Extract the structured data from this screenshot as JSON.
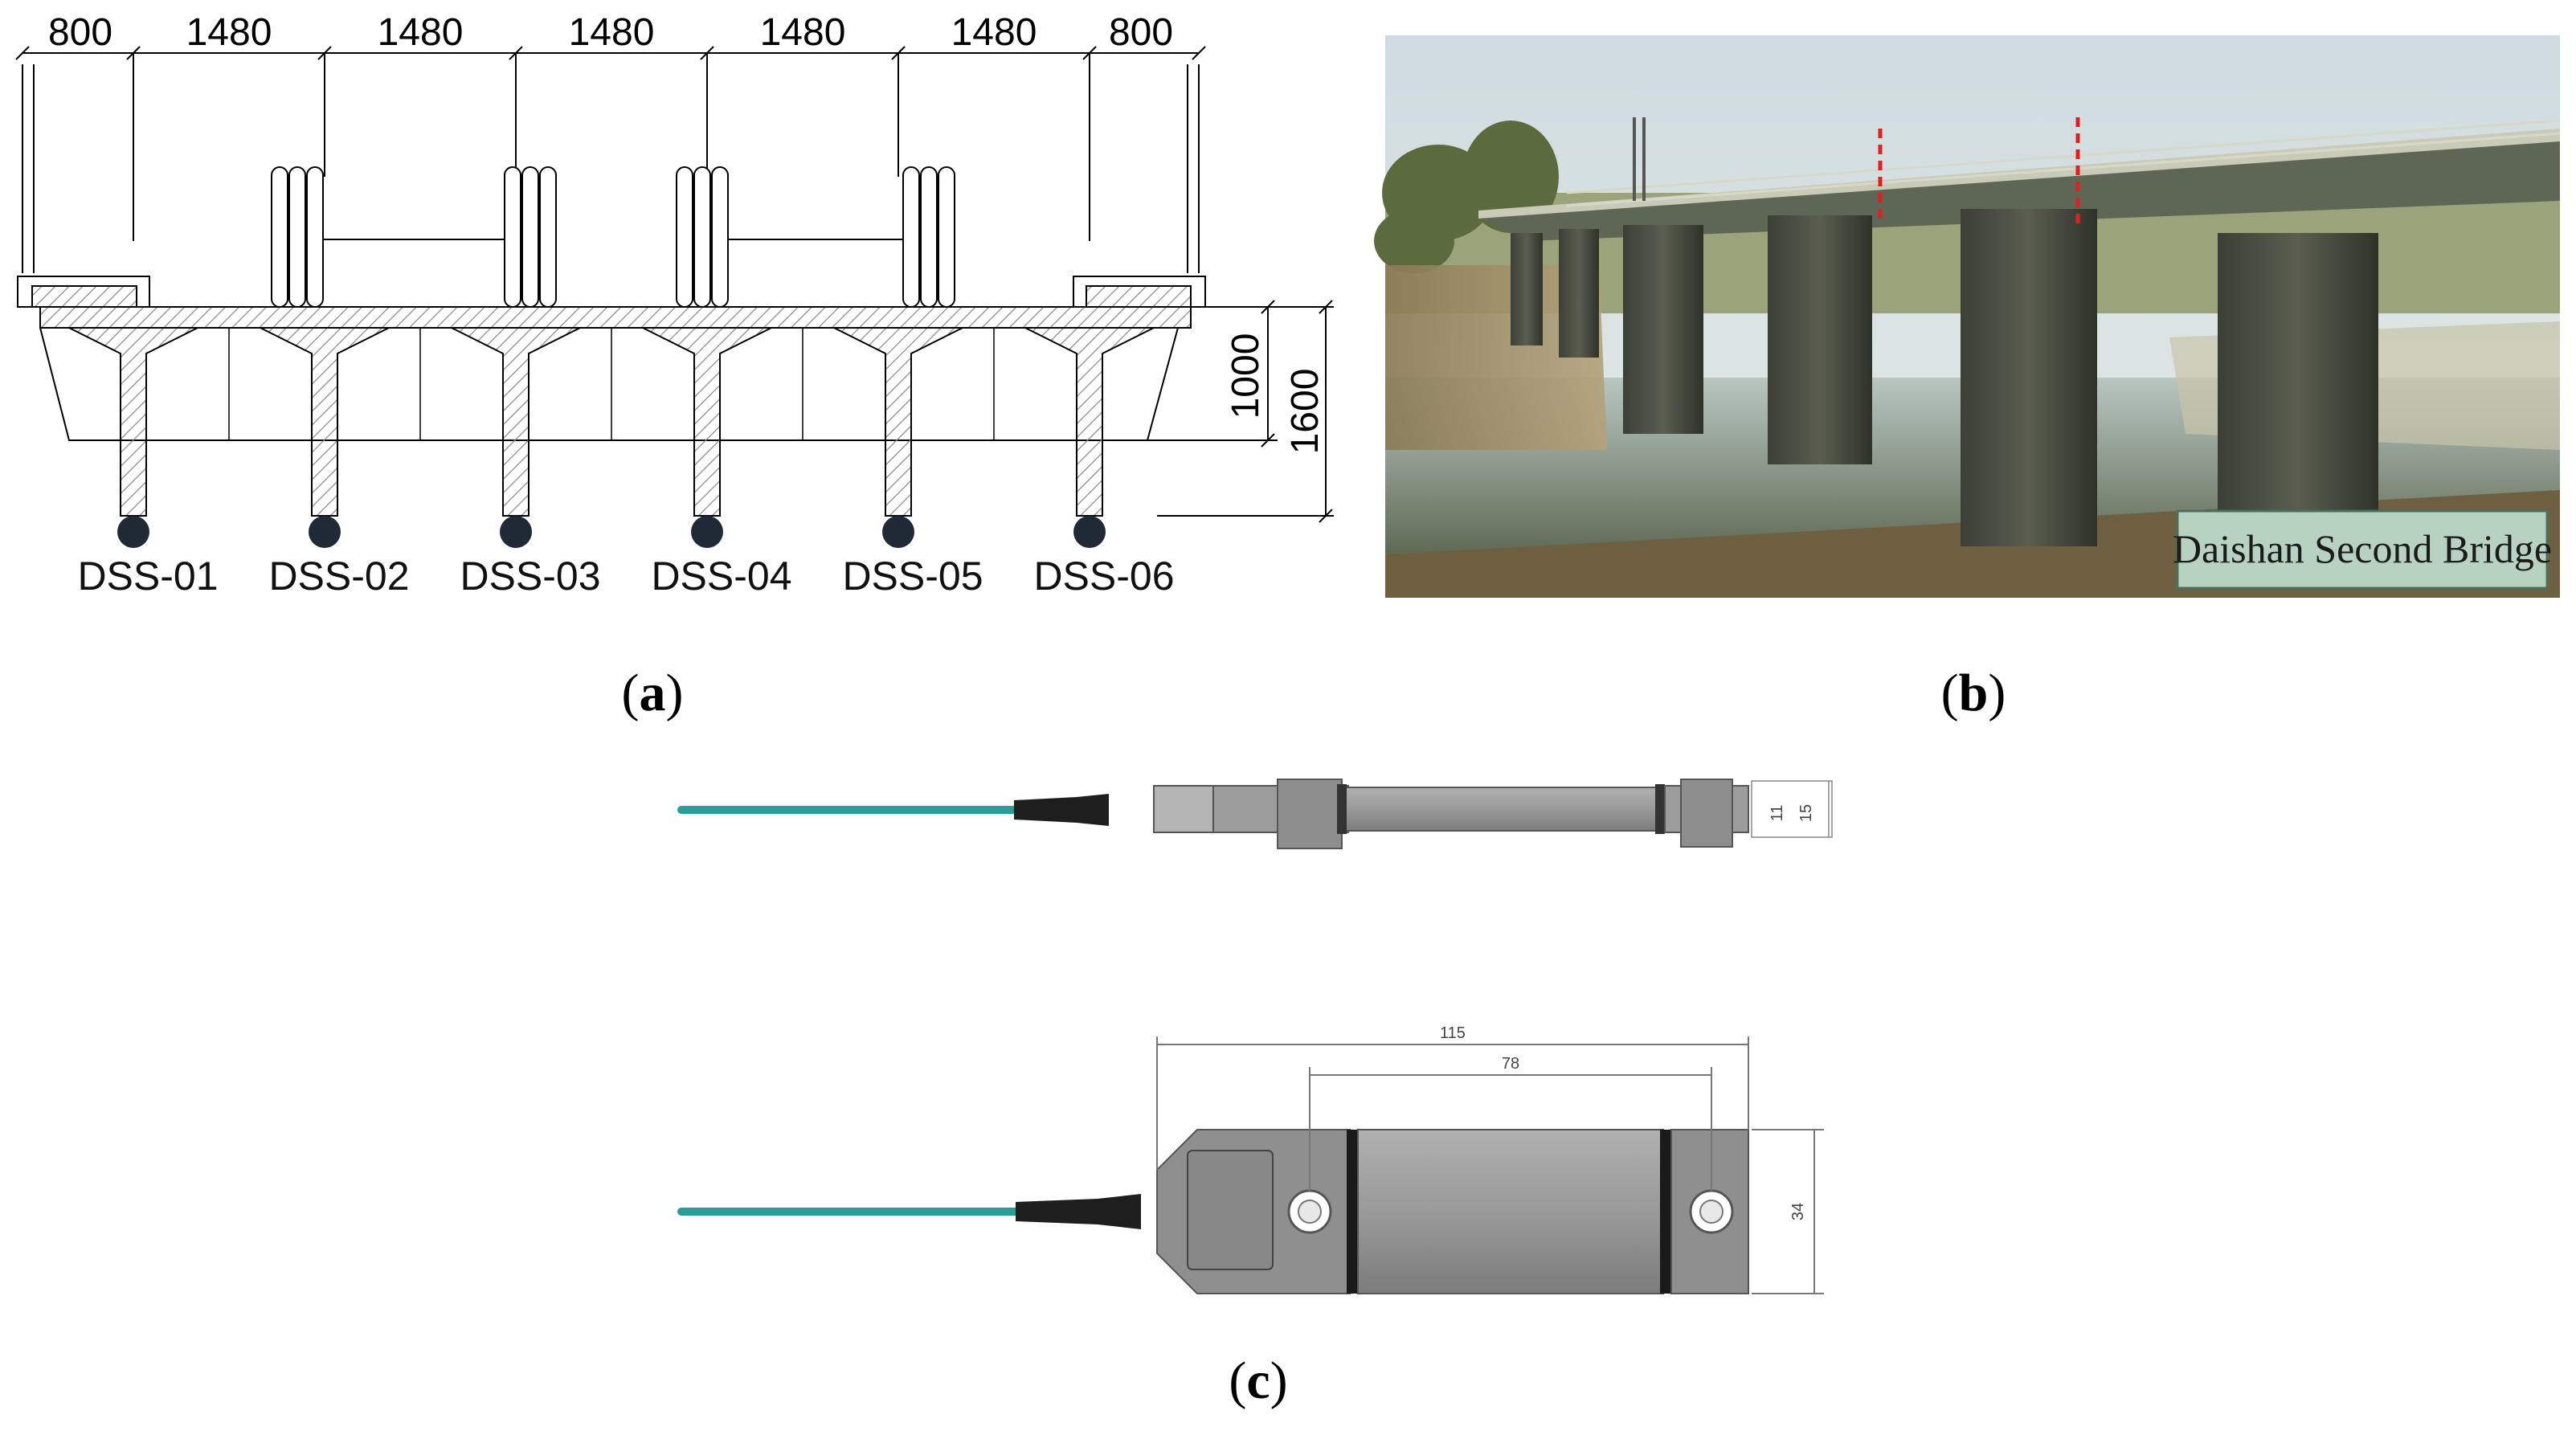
{
  "panel_a": {
    "label_open": "(",
    "label_letter": "a",
    "label_close": ")",
    "top_dimensions": [
      "800",
      "1480",
      "1480",
      "1480",
      "1480",
      "1480",
      "800"
    ],
    "depth_inner": "1000",
    "depth_total": "1600",
    "sensors": [
      "DSS-01",
      "DSS-02",
      "DSS-03",
      "DSS-04",
      "DSS-05",
      "DSS-06"
    ]
  },
  "panel_b": {
    "label_open": "(",
    "label_letter": "b",
    "label_close": ")",
    "caption": "Daishan Second Bridge",
    "marker_color": "#e0201f"
  },
  "panel_c": {
    "label_open": "(",
    "label_letter": "c",
    "label_close": ")",
    "side_height_inner": "11",
    "side_height_outer": "15",
    "total_length": "115",
    "hole_spacing": "78",
    "body_width": "34",
    "cable_color": "#2a9d9a"
  },
  "colors": {
    "girder_hatch": "#777777",
    "sensor_dot": "#1f2a36",
    "sensor_body": "#9c9c9c",
    "sensor_dark": "#6e6e6e"
  }
}
